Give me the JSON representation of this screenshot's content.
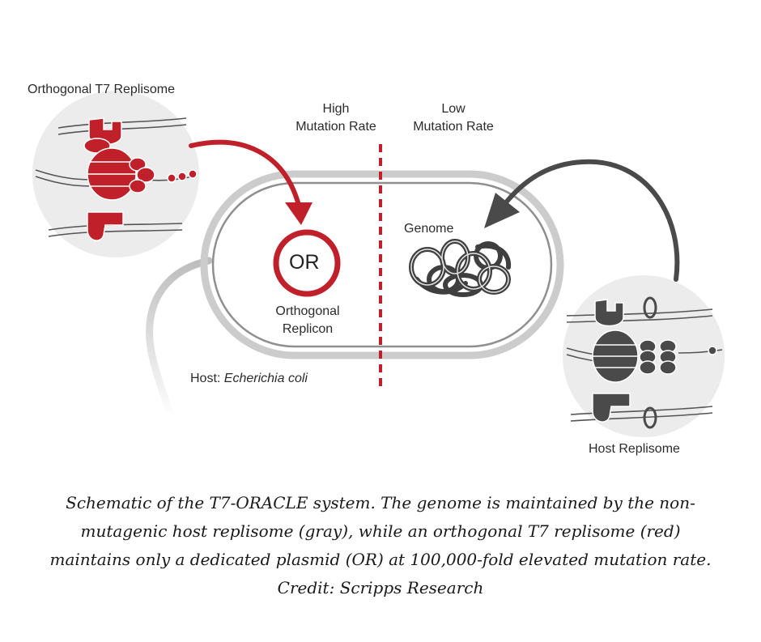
{
  "labels": {
    "orthogonal_replisome": "Orthogonal T7 Replisome",
    "high_rate_line1": "High",
    "high_rate_line2": "Mutation Rate",
    "low_rate_line1": "Low",
    "low_rate_line2": "Mutation Rate",
    "or_badge": "OR",
    "orthogonal_replicon_line1": "Orthogonal",
    "orthogonal_replicon_line2": "Replicon",
    "genome": "Genome",
    "host_prefix": "Host:",
    "host_species": "Echerichia coli",
    "host_replisome": "Host Replisome"
  },
  "caption": {
    "line1": "Schematic of the T7-ORACLE system. The genome is maintained by the non-",
    "line2": "mutagenic host replisome (gray), while an orthogonal T7 replisome (red)",
    "line3": "maintains only a dedicated plasmid (OR) at 100,000-fold elevated mutation rate.",
    "line4": "Credit: Scripps Research"
  },
  "colors": {
    "red": "#c0202a",
    "dark_gray": "#4a4a4a",
    "light_gray_bg": "#ececec",
    "cell_outline": "#c9c9c9"
  }
}
